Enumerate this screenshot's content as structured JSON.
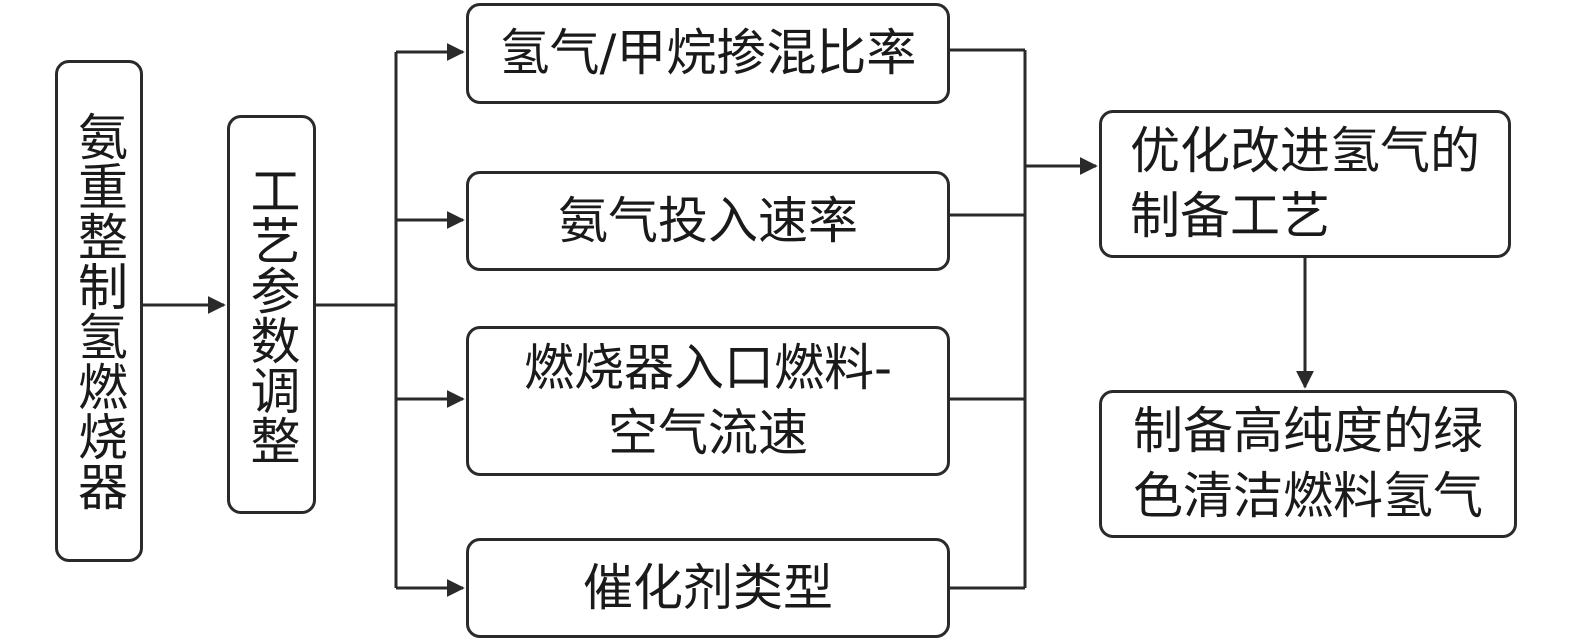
{
  "nodes": {
    "source": "氨重整制氢燃烧器",
    "adjust": "工艺参数调整",
    "param1": "氢气/甲烷掺混比率",
    "param2": "氨气投入速率",
    "param3": "燃烧器入口燃料-\n空气流速",
    "param4": "催化剂类型",
    "optimize": "优化改进氢气的\n制备工艺",
    "result": "制备高纯度的绿\n色清洁燃料氢气"
  },
  "edges": [
    {
      "from": "source",
      "to": "adjust"
    },
    {
      "from": "adjust",
      "to": "param1"
    },
    {
      "from": "adjust",
      "to": "param2"
    },
    {
      "from": "adjust",
      "to": "param3"
    },
    {
      "from": "adjust",
      "to": "param4"
    },
    {
      "from": "param1",
      "to": "optimize"
    },
    {
      "from": "param2",
      "to": "optimize"
    },
    {
      "from": "param3",
      "to": "optimize"
    },
    {
      "from": "param4",
      "to": "optimize"
    },
    {
      "from": "optimize",
      "to": "result"
    }
  ],
  "colors": {
    "stroke": "#2a2a2a",
    "background": "#ffffff",
    "text": "#1a1a1a"
  }
}
